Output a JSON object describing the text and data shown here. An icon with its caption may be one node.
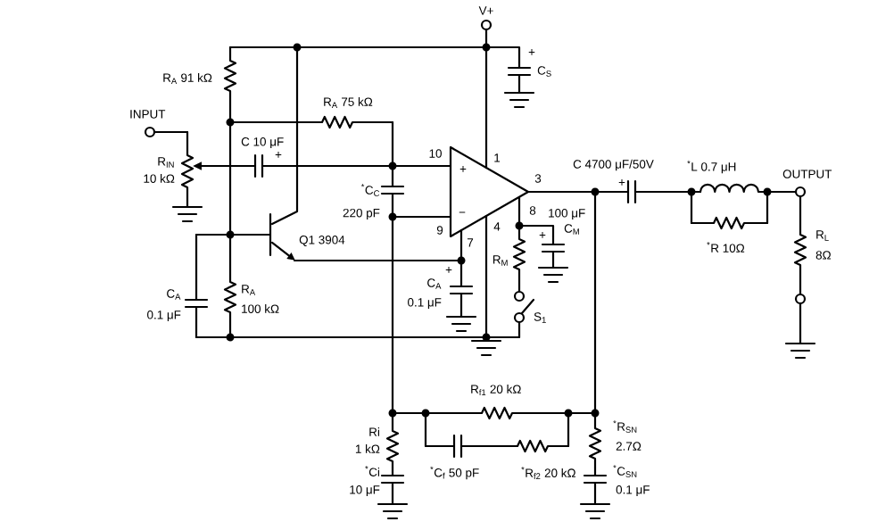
{
  "diagram": {
    "labels": [
      "V+",
      "+",
      "C$_{S}$",
      "R$_{A}$ 91 kΩ",
      "R$_{A}$ 75 kΩ",
      "INPUT",
      "C 10 μF",
      "+",
      "10",
      "1",
      "+",
      "R$_{IN}$",
      "3",
      "C 4700 μF/50V",
      "+",
      "$^{*}$L 0.7 μH",
      "OUTPUT",
      "10 kΩ",
      "$^{*}$C$_{C}$",
      "220 pF",
      "−",
      "8",
      "100 μF",
      "Q1 3904",
      "9",
      "7",
      "4",
      "C$_{M}$",
      "+",
      "$^{*}$R 10Ω",
      "R$_{M}$",
      "R$_{L}$",
      "8Ω",
      "+",
      "C$_{A}$",
      "R$_{A}$",
      "C$_{A}$",
      "0.1 μF",
      "100 kΩ",
      "0.1 μF",
      "S$_{1}$",
      "R$_{f1}$ 20 kΩ",
      "Ri",
      "$^{*}$R$_{SN}$",
      "1 kΩ",
      "2.7Ω",
      "$^{*}$Ci",
      "$^{*}$C$_{f}$ 50 pF",
      "$^{*}$R$_{f2}$ 20 kΩ",
      "$^{*}$C$_{SN}$",
      "10 μF",
      "0.1 μF"
    ]
  }
}
